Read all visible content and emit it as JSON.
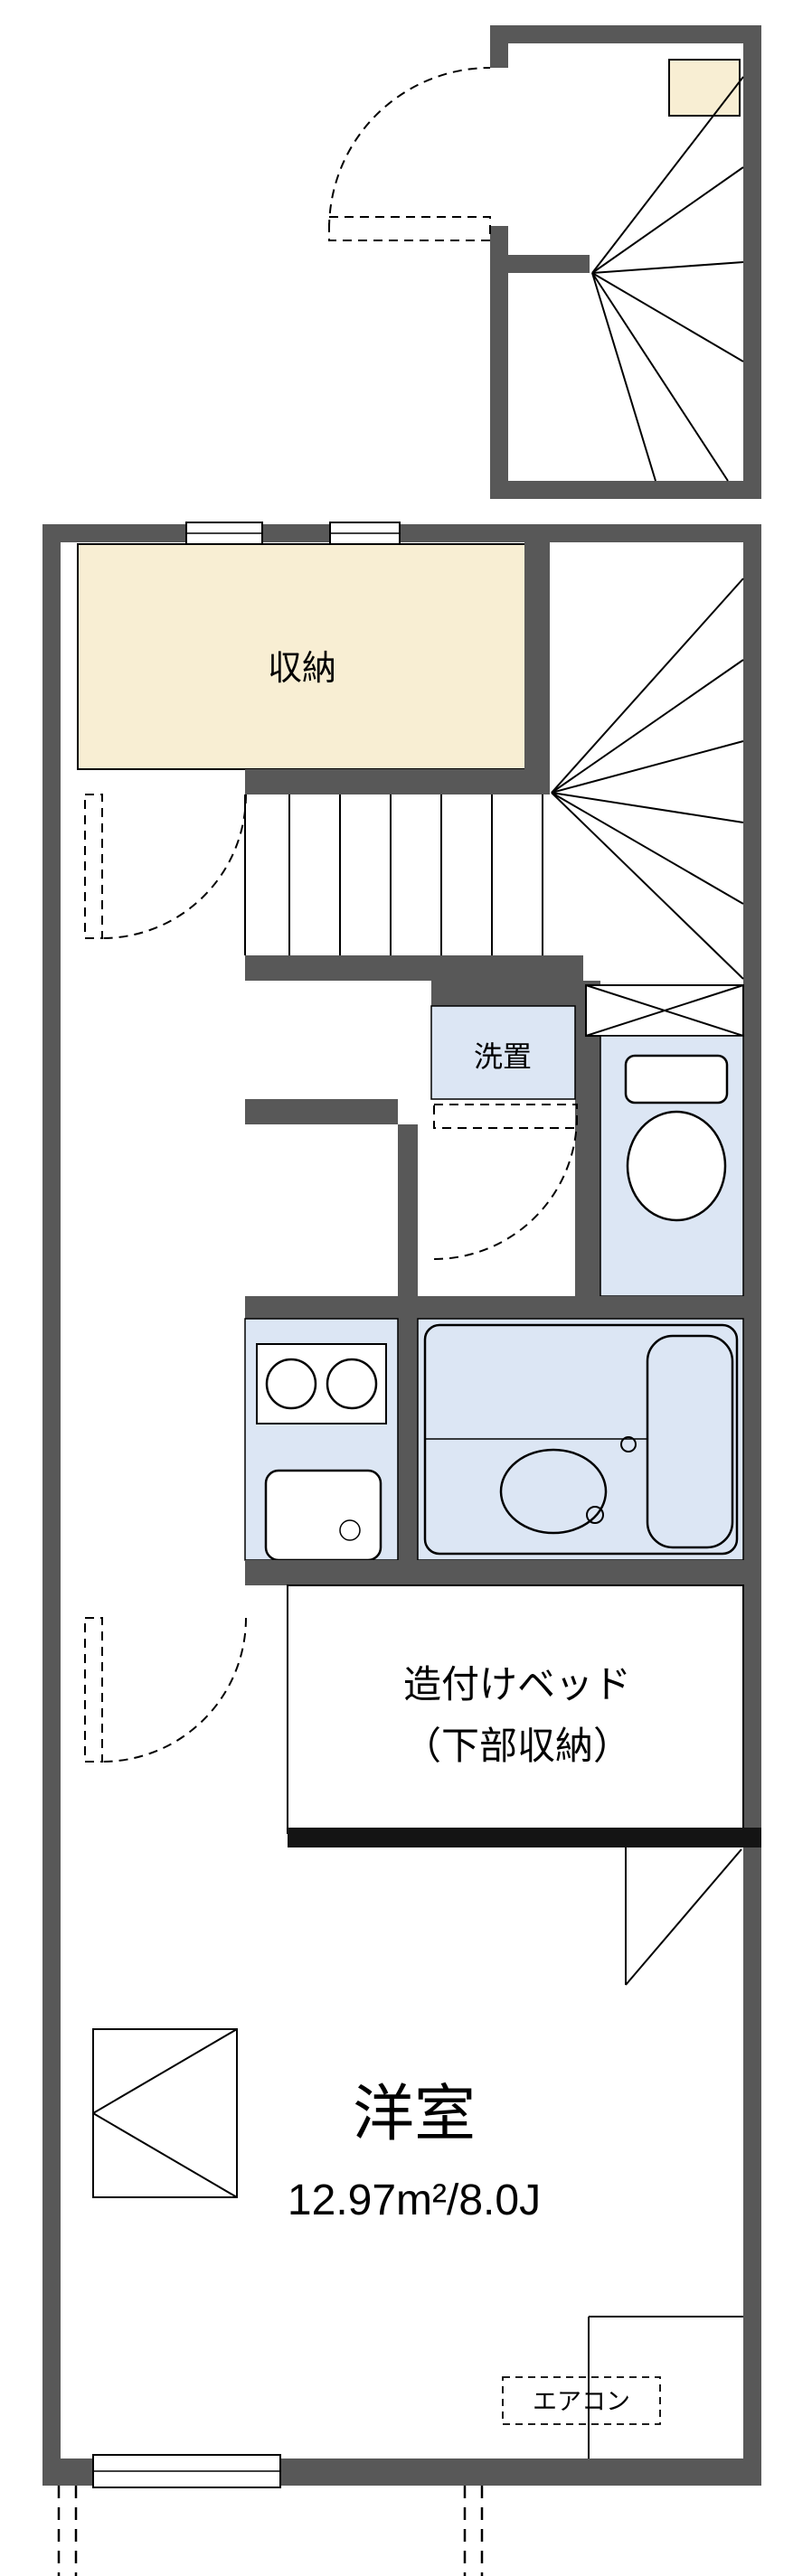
{
  "diagram": {
    "type": "floorplan",
    "labels": {
      "storage": "収納",
      "washer": "洗置",
      "bed_line1": "造付けベッド",
      "bed_line2": "（下部収納）",
      "room_name": "洋室",
      "room_area": "12.97m²/8.0J",
      "aircon": "エアコン"
    },
    "colors": {
      "wall": "#585858",
      "storage_fill": "#f8eed3",
      "fixture_fill": "#dce6f4",
      "outline": "#000000",
      "background": "#ffffff"
    }
  }
}
